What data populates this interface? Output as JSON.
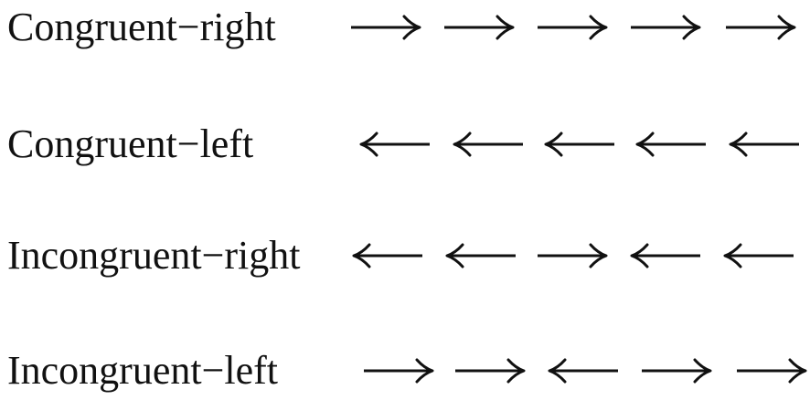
{
  "rows": [
    {
      "label": "Congruent−right",
      "arrows": [
        "right",
        "right",
        "right",
        "right",
        "right"
      ]
    },
    {
      "label": "Congruent−left",
      "arrows": [
        "left",
        "left",
        "left",
        "left",
        "left"
      ]
    },
    {
      "label": "Incongruent−right",
      "arrows": [
        "left",
        "left",
        "right",
        "left",
        "left"
      ]
    },
    {
      "label": "Incongruent−left",
      "arrows": [
        "right",
        "right",
        "left",
        "right",
        "right"
      ]
    }
  ],
  "colors": {
    "text": "#111111",
    "arrow": "#111111",
    "background": "#ffffff"
  },
  "icons": {
    "right": "arrow-right-icon",
    "left": "arrow-left-icon"
  }
}
